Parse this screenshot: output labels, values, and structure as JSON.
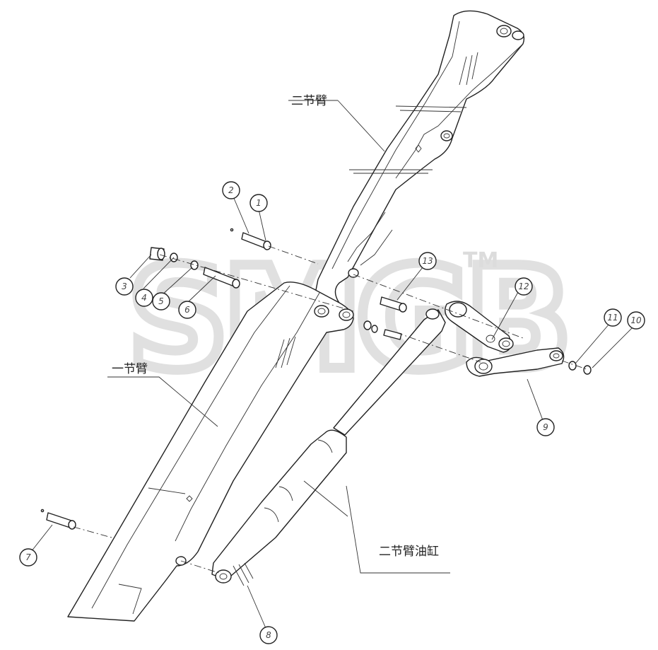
{
  "labels": {
    "second_arm": "二节臂",
    "first_arm": "一节臂",
    "second_arm_cylinder": "二节臂油缸"
  },
  "watermark": {
    "text": "SMGB",
    "trademark": "TM"
  },
  "balloons": [
    "1",
    "2",
    "3",
    "4",
    "5",
    "6",
    "7",
    "8",
    "9",
    "10",
    "11",
    "12",
    "13"
  ],
  "colors": {
    "line": "#222222",
    "watermark": "#e0e0e0",
    "background": "#ffffff"
  }
}
